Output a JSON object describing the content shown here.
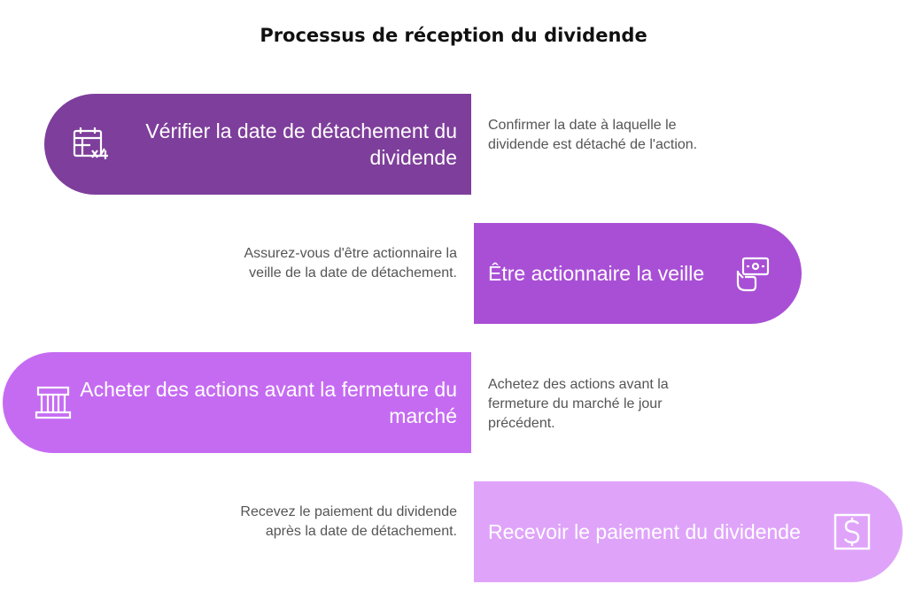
{
  "title": "Processus de réception du dividende",
  "steps": [
    {
      "label": "Vérifier la date de détachement du dividende",
      "description": "Confirmer la date à laquelle le dividende est détaché de l'action.",
      "icon": "calendar-x4-icon",
      "color": "#7E3E9B"
    },
    {
      "label": "Être actionnaire la veille",
      "description": "Assurez-vous d'être actionnaire la veille de la date de détachement.",
      "icon": "hand-card-icon",
      "color": "#A94FD6"
    },
    {
      "label": "Acheter des actions avant la fermeture du marché",
      "description": "Achetez des actions avant la fermeture du marché le jour précédent.",
      "icon": "bank-building-icon",
      "color": "#C56BF2"
    },
    {
      "label": "Recevoir le paiement du dividende",
      "description": "Recevez le paiement du dividende après la date de détachement.",
      "icon": "dollar-sign-icon",
      "color": "#DFA4FA"
    }
  ]
}
